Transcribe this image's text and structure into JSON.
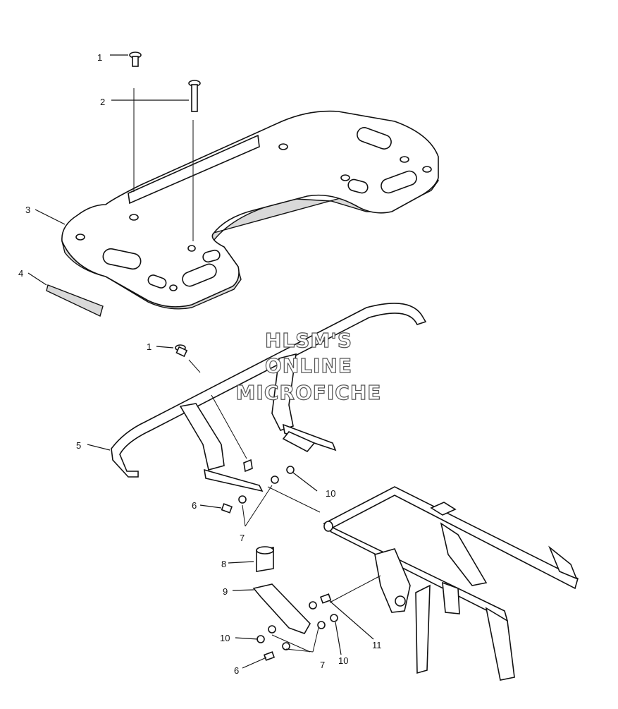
{
  "watermark": [
    "HLSM'S",
    "ONLINE",
    "MICROFICHE"
  ],
  "callouts": {
    "c1a": "1",
    "c2": "2",
    "c3": "3",
    "c4": "4",
    "c1b": "1",
    "c5": "5",
    "c6a": "6",
    "c7a": "7",
    "c10a": "10",
    "c8": "8",
    "c9": "9",
    "c10b": "10",
    "c6b": "6",
    "c7b": "7",
    "c10c": "10",
    "c11": "11"
  }
}
